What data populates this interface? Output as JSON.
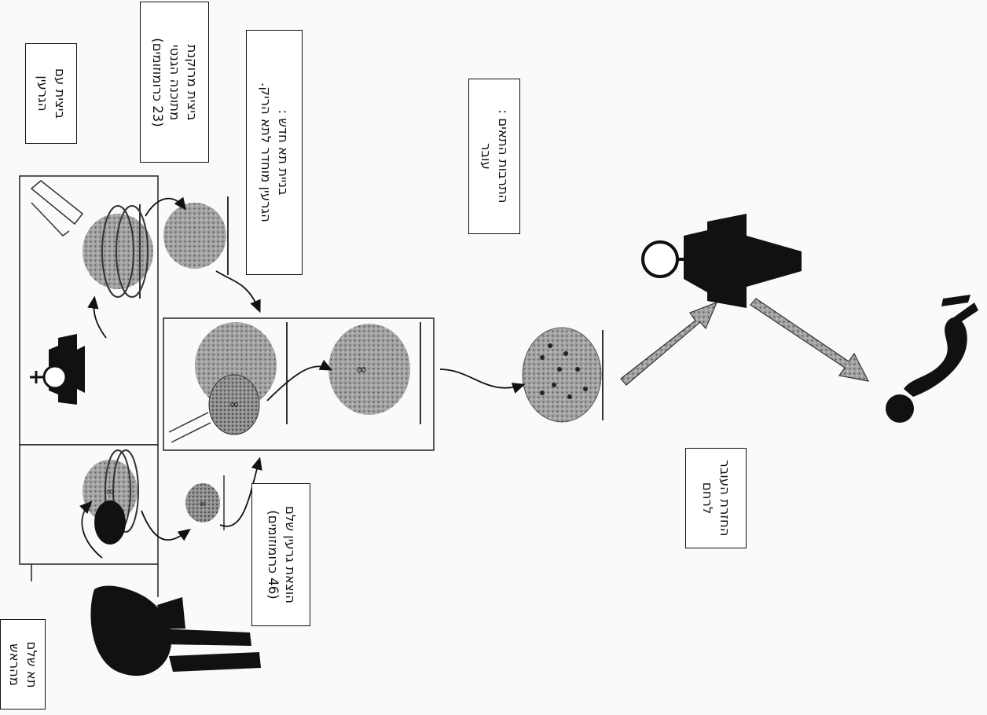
{
  "labels": {
    "whole_cell_line1": "תא שלם",
    "whole_cell_line2": "מהראש",
    "extract_nucleus_line1": "הוצאת גרעין שלם",
    "extract_nucleus_line2": "(46 כרומוזומים)",
    "egg_with_nucleus_line1": "ביצית עם",
    "egg_with_nucleus_line2": "הגרעין",
    "empty_egg_line1": "ביצית מרוקנת",
    "empty_egg_line2": "מתוכנה הגנטי",
    "empty_egg_line3": "(23 כרומוזומים)",
    "new_cell_line1": "בניית תא חדש :",
    "new_cell_line2": "הגרעין מוחדר לתא הריק.",
    "multiply_line1": "התרבות התאים :",
    "multiply_line2": "עובר",
    "return_line1": "החזרת העובר",
    "return_line2": "לרחם"
  },
  "colors": {
    "ink": "#111111",
    "cell": "#8a8a8a",
    "arrow_fill": "#9a9a9a"
  },
  "icons": [
    "female-symbol-icon",
    "female-silhouette-icon",
    "human-figure-icon",
    "baby-figure-icon",
    "dna-icon"
  ]
}
